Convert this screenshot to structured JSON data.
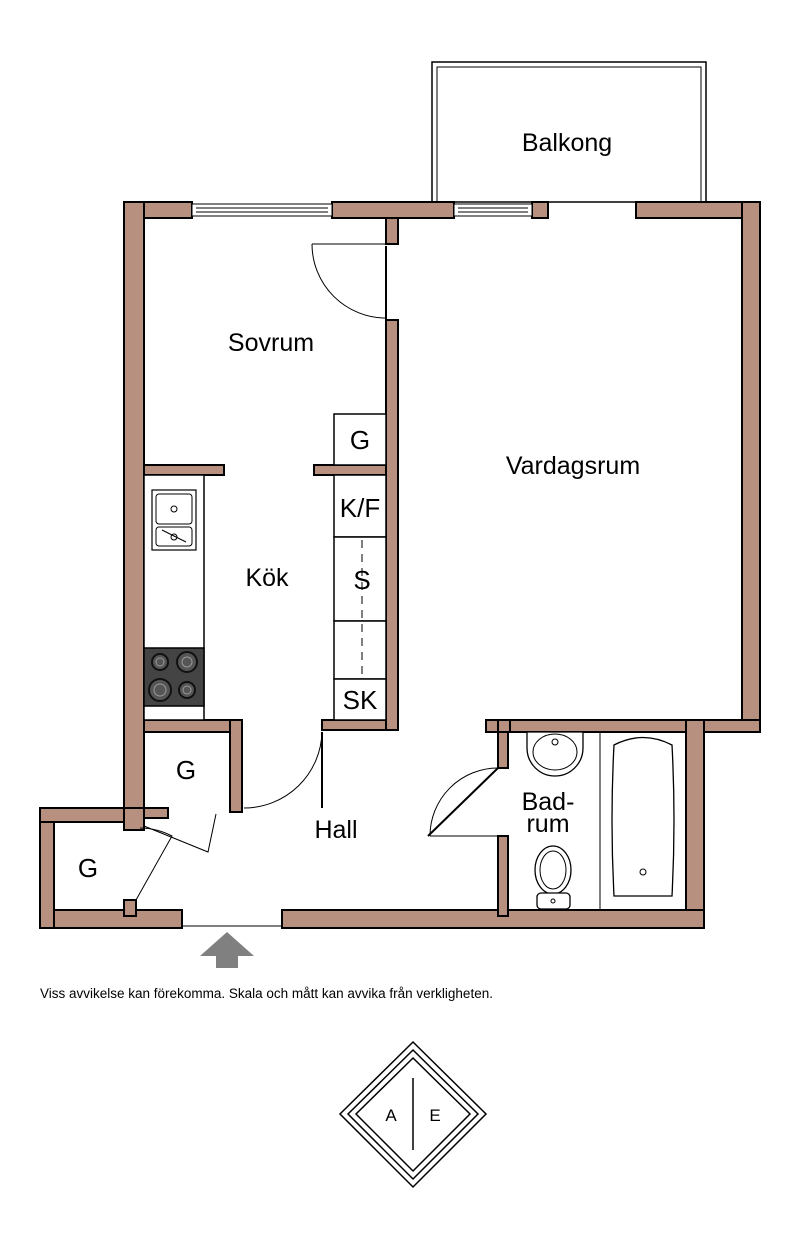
{
  "rooms": {
    "balkong": "Balkong",
    "sovrum": "Sovrum",
    "vardagsrum": "Vardagsrum",
    "kok": "Kök",
    "hall": "Hall",
    "bad_line1": "Bad-",
    "bad_line2": "rum"
  },
  "fixtures": {
    "garderob_sovrum": "G",
    "kyl_frys": "K/F",
    "skap": "S",
    "stadskap": "SK",
    "garderob_hall": "G",
    "garderob_entre": "G"
  },
  "disclaimer": "Viss avvikelse kan förekomma. Skala och mått kan avvika från verkligheten.",
  "compass": {
    "left": "A",
    "right": "E"
  },
  "colors": {
    "wall": "#b89080",
    "stove": "#444444",
    "entrance_arrow": "#808080"
  }
}
